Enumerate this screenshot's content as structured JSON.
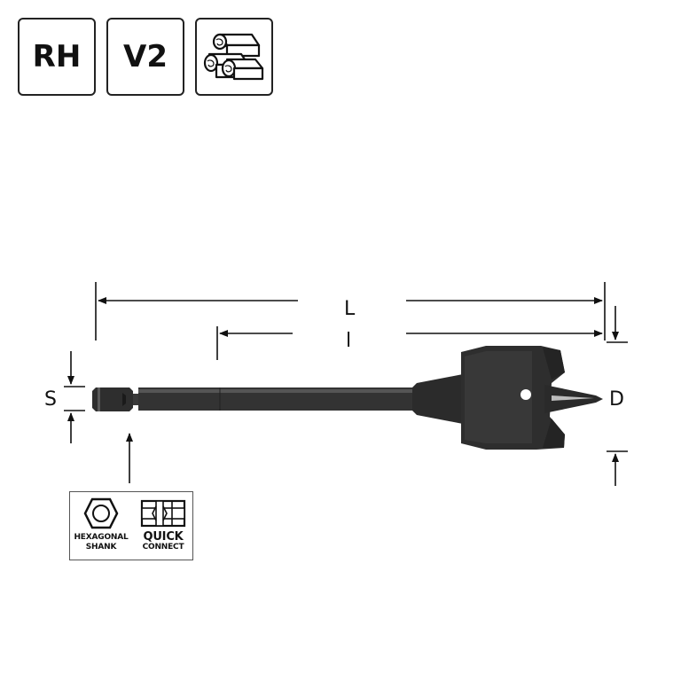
{
  "badges": {
    "rh": "RH",
    "v2": "V2",
    "wood_icon": "wood-logs-icon"
  },
  "dimensions": {
    "overall_length": "L",
    "working_length": "l",
    "shank_size": "S",
    "diameter": "D"
  },
  "shank_info": {
    "hex_icon": "hexagon-icon",
    "hex_line1": "HEXAGONAL",
    "hex_line2": "SHANK",
    "qc_icon": "quick-connect-icon",
    "qc_line1": "QUICK",
    "qc_line2": "CONNECT"
  },
  "colors": {
    "tool": "#2b2b2b",
    "line": "#111111"
  }
}
